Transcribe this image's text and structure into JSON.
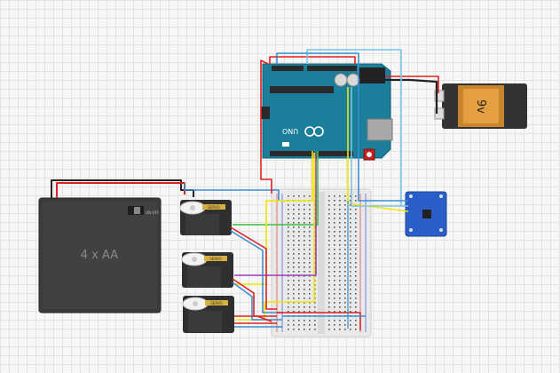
{
  "components": {
    "battery_pack": {
      "label": "4 x AA",
      "switch_text": "ON OFF"
    },
    "battery_9v": {
      "label": "9v"
    },
    "arduino": {
      "logo": "UNO"
    },
    "servos": [
      {
        "brand": "SERVO"
      },
      {
        "brand": "SERVO"
      },
      {
        "brand": "SERVO"
      }
    ]
  },
  "colors": {
    "arduino": "#1b7f9c",
    "sensor": "#2a5fc9",
    "battery_pack": "#3b3b3b",
    "servo": "#2f2f2f",
    "wire_red": "#e02020",
    "wire_black": "#222222",
    "wire_blue": "#3a8fd0",
    "wire_lightblue": "#7ec4e6",
    "wire_yellow": "#f2e600",
    "wire_green": "#3cc03c",
    "wire_purple": "#9b3bb8"
  }
}
